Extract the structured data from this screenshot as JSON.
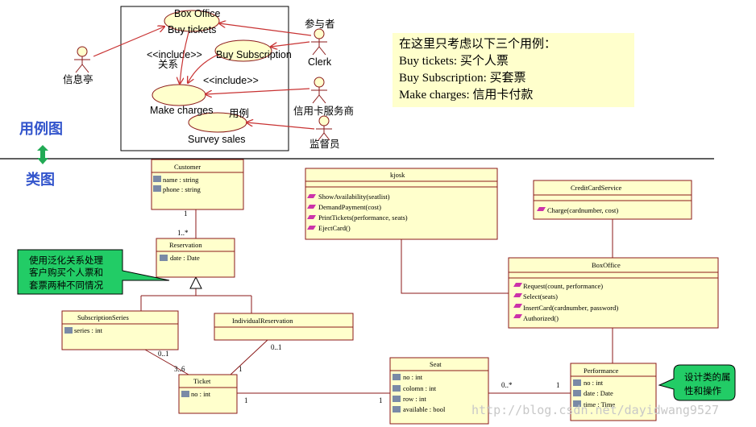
{
  "usecase": {
    "system_title": "Box Office",
    "usecases": {
      "buy_tickets": "Buy tickets",
      "buy_subscription": "Buy Subscription",
      "make_charges": "Make charges",
      "survey_sales": "Survey  sales"
    },
    "labels": {
      "include1": "<<include>>",
      "guanxi": "关系",
      "include2": "<<include>>",
      "yongli": "用例",
      "canyuzhe": "参与者"
    },
    "actors": {
      "xinxiting": "信息亭",
      "clerk": "Clerk",
      "card_service": "信用卡服务商",
      "jianduyuan": "监督员"
    }
  },
  "note": {
    "lines": [
      "在这里只考虑以下三个用例：",
      "Buy  tickets: 买个人票",
      "Buy  Subscription: 买套票",
      "Make charges: 信用卡付款"
    ]
  },
  "sections": {
    "usecase_diagram": "用例图",
    "class_diagram": "类图"
  },
  "classes": {
    "customer": {
      "name": "Customer",
      "attrs": [
        "name : string",
        "phone : string"
      ]
    },
    "reservation": {
      "name": "Reservation",
      "attrs": [
        "date : Date"
      ]
    },
    "subscription_series": {
      "name": "SubscriptionSeries",
      "attrs": [
        "series : int"
      ]
    },
    "individual_reservation": {
      "name": "IndividualReservation",
      "attrs": []
    },
    "ticket": {
      "name": "Ticket",
      "attrs": [
        "no : int"
      ]
    },
    "kiosk": {
      "name": "kjosk",
      "ops": [
        "ShowAvailability(seatlist)",
        "DemandPayment(cost)",
        "PrintTickets(performance,  seats)",
        "EjectCard()"
      ]
    },
    "credit_card_service": {
      "name": "CreditCardService",
      "ops": [
        "Charge(cardnumber,   cost)"
      ]
    },
    "box_office": {
      "name": "BoxOffice",
      "ops": [
        "Request(count,  performance)",
        "Select(seats)",
        "InsertCard(cardnumber,  password)",
        "Authorized()"
      ]
    },
    "seat": {
      "name": "Seat",
      "attrs": [
        "no : int",
        "colomn : int",
        "row : int",
        "available : bool"
      ]
    },
    "performance": {
      "name": "Performance",
      "attrs": [
        "no : int",
        "date : Date",
        "time : Time"
      ]
    }
  },
  "multiplicities": {
    "customer_end": "1",
    "reservation_end": "1..*",
    "series_end": "0..1",
    "ticket_series_end": "3..6",
    "individual_end": "0..1",
    "ticket_individual_end": "1",
    "ticket_seat_end": "1",
    "seat_ticket_end": "1",
    "seat_perf_end": "0..*",
    "perf_seat_end": "1"
  },
  "callouts": {
    "generalization": [
      "使用泛化关系处理",
      "客户购买个人票和",
      "套票两种不同情况"
    ],
    "design": [
      "设计类的属",
      "性和操作"
    ]
  },
  "watermark": "http://blog.csdn.net/dayidwang9527",
  "colors": {
    "class_border": "#8b1a1a",
    "class_fill": "#ffffcc",
    "usecase_fill": "#ffffcc",
    "arrow": "#c83232",
    "callout_fill": "#22cc66",
    "section_label": "#3355cc",
    "double_arrow": "#22aa55"
  }
}
